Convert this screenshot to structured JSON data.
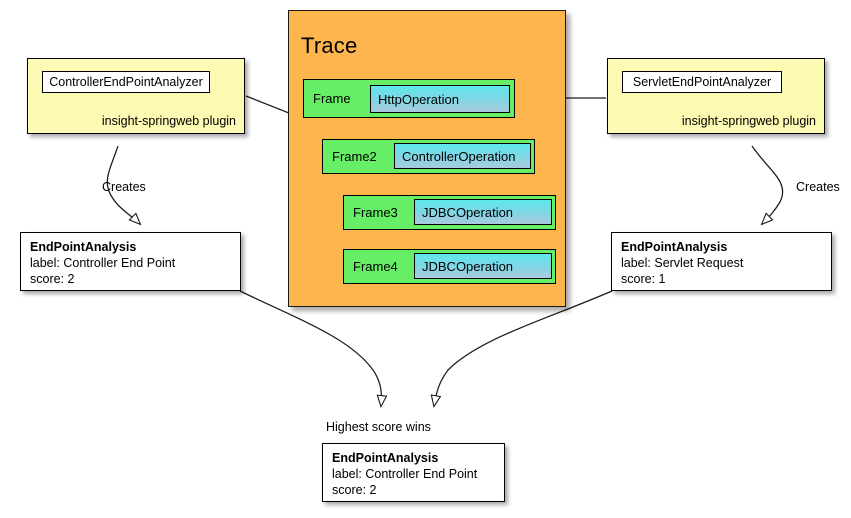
{
  "diagram": {
    "title": "Trace",
    "trace": {
      "label": "Trace",
      "frames": [
        {
          "frame_label": "Frame",
          "operation": "HttpOperation"
        },
        {
          "frame_label": "Frame2",
          "operation": "ControllerOperation"
        },
        {
          "frame_label": "Frame3",
          "operation": "JDBCOperation"
        },
        {
          "frame_label": "Frame4",
          "operation": "JDBCOperation"
        }
      ]
    },
    "analyzers": [
      {
        "name": "ControllerEndPointAnalyzer",
        "plugin": "insight-springweb plugin"
      },
      {
        "name": "ServletEndPointAnalyzer",
        "plugin": "insight-springweb plugin"
      }
    ],
    "analyses": [
      {
        "type": "EndPointAnalysis",
        "label_line": "label: Controller End Point",
        "score_line": "score: 2"
      },
      {
        "type": "EndPointAnalysis",
        "label_line": "label: Servlet Request",
        "score_line": "score: 1"
      },
      {
        "type": "EndPointAnalysis",
        "label_line": "label: Controller End Point",
        "score_line": "score: 2"
      }
    ],
    "edge_labels": {
      "creates_left": "Creates",
      "creates_right": "Creates",
      "winner": "Highest score wins"
    },
    "colors": {
      "trace_background": "#fdb54e",
      "frame_green": "#66ee66",
      "operation_cyan_top": "#5fe9ea",
      "operation_cyan_bottom": "#a9cbdd",
      "plugin_yellow": "#fcfab3",
      "box_border": "#000000",
      "page_background": "#ffffff"
    }
  }
}
